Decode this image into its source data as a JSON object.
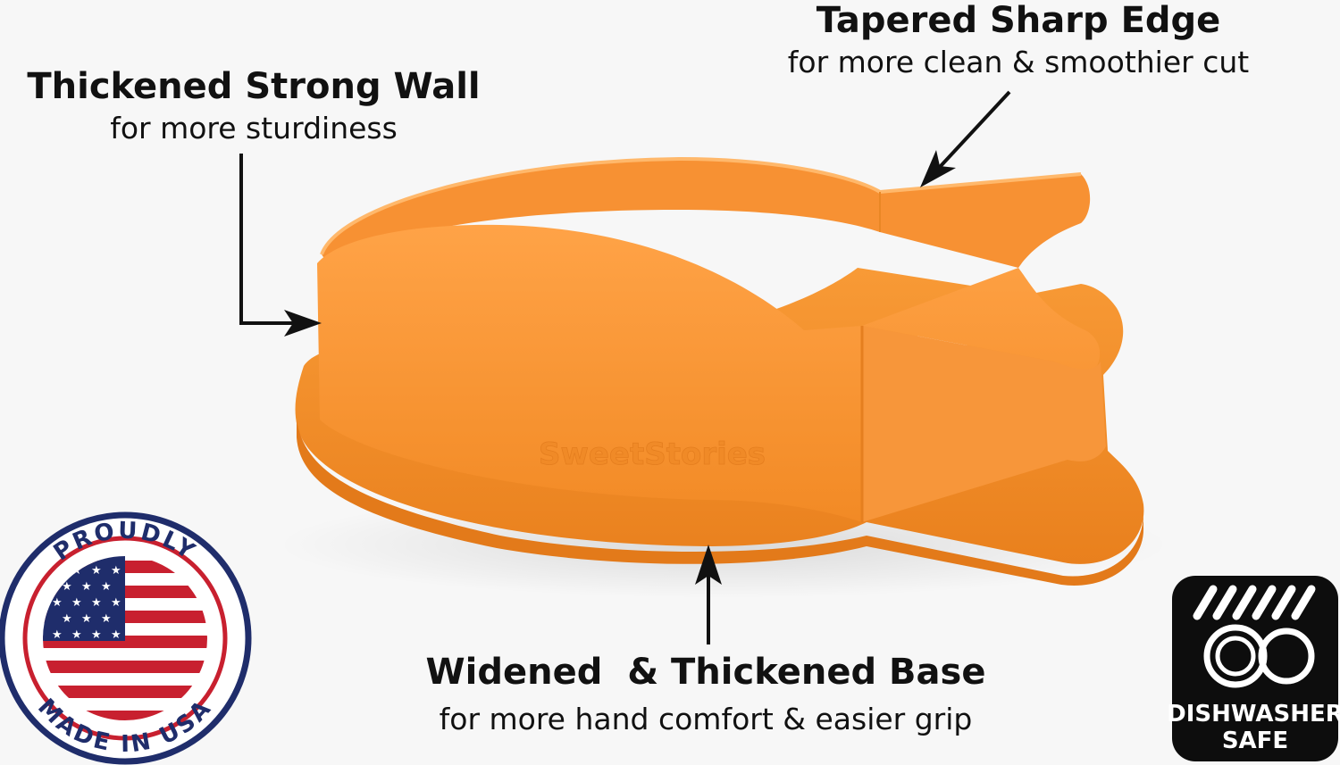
{
  "callouts": {
    "wall": {
      "title": "Thickened Strong Wall",
      "subtitle": "for more sturdiness"
    },
    "edge": {
      "title": "Tapered Sharp Edge",
      "subtitle": "for more clean & smoothier cut"
    },
    "base": {
      "title": "Widened  & Thickened Base",
      "subtitle": "for more hand comfort & easier grip"
    }
  },
  "product": {
    "embossed_brand": "SweetStories",
    "color": "#f5922d",
    "color_dark": "#e0761a",
    "color_light": "#ffb060"
  },
  "usa_badge": {
    "top_text": "PROUDLY",
    "bottom_text": "MADE IN USA",
    "ring_color": "#1f2d6b",
    "red": "#c8202f",
    "blue": "#1f2d6b"
  },
  "dishwasher_badge": {
    "line1": "DISHWASHER",
    "line2": "SAFE",
    "bg_color": "#0d0d0d",
    "fg_color": "#ffffff"
  },
  "icons": {
    "arrow": "arrow-icon",
    "flag": "us-flag-icon",
    "dishwasher": "dishwasher-plates-icon"
  }
}
